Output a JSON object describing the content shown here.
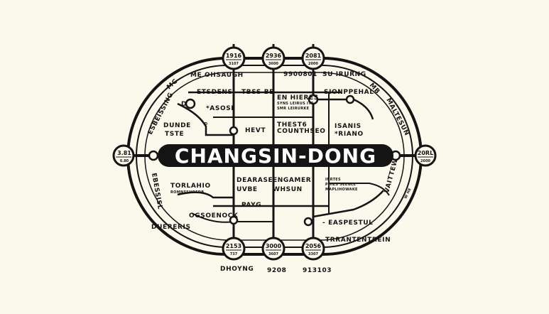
{
  "title": "CHANGSIN-DONG",
  "colors": {
    "background": "#fbf8ec",
    "ink": "#141414",
    "banner_text": "#ffffff"
  },
  "stations": {
    "top": [
      {
        "top": "1916",
        "bottom": "3107"
      },
      {
        "top": "2936",
        "bottom": "3600"
      },
      {
        "top": "2081",
        "bottom": "2000"
      }
    ],
    "left": {
      "top": "3.81",
      "bottom": "6.80"
    },
    "right": {
      "top": "20RL",
      "bottom": "2600"
    },
    "bottom": [
      {
        "top": "2153",
        "bottom": "737"
      },
      {
        "top": "3000",
        "bottom": "3607"
      },
      {
        "top": "2056",
        "bottom": "3307"
      }
    ]
  },
  "labels": {
    "ohsaugh": "ME  OHSAUGH",
    "num_9900801": "9900801",
    "su_iruung": "SU IRURNG",
    "etsdens": "ETSDENS",
    "tbss_be": "TBSS BE",
    "enhieres": "EN HIERES",
    "enhieres_sub1": "SYNS LEIRUS  ITE",
    "enhieres_sub2": "SMR LEIRURKE",
    "sionppehal": "SIONPPEHAL",
    "asosi": "*ASOSI",
    "d": "D",
    "dunde": "DUNDE",
    "teste": "TSTE",
    "hevt": "HEVT",
    "thest6": "THEST6",
    "counthseo": "COUNTHSEO",
    "isanis": "ISANIS",
    "riano": "*RIANO",
    "dearase": "DEARASE",
    "uvbe": "UVBE",
    "engamer": "ENGAMER",
    "whsun": "WHSUN",
    "torlahio": "TORLAHIO",
    "torlahio_sub": "ROMNSSHOEDB",
    "inrtes": "INRTES",
    "inrtes_sub1": "PHIES SEEGLE",
    "inrtes_sub2": "MAPLIHOWAKE",
    "payg": "PAYG",
    "easpestul": "- EASPESTUL",
    "ogsoenock": "OGSOENOCK",
    "duerepis": "DUERERIS",
    "trantentrein": "TRRANTENTREIN",
    "dhoyng": "DHOYNG",
    "num_9208": "9208",
    "num_913103": "913103",
    "side_left_top": "ESBEISSING",
    "side_left_bottom": "EBESSISL",
    "side_right_top": "MALTESUN",
    "side_right_bottom": "VAITTEW",
    "side_right_small": "W HE",
    "side_mc": "MC",
    "side_mb": "MB"
  }
}
